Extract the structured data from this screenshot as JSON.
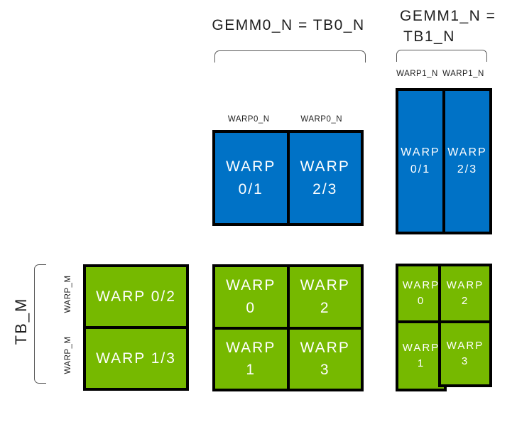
{
  "diagram": {
    "gemm0": {
      "title": "GEMM0_N = TB0_N",
      "col_labels": [
        "WARP0_N",
        "WARP0_N"
      ],
      "cells": [
        {
          "line1": "WARP",
          "line2": "0/1"
        },
        {
          "line1": "WARP",
          "line2": "2/3"
        }
      ]
    },
    "gemm1": {
      "title_line1": "GEMM1_N =",
      "title_line2": "TB1_N",
      "col_labels": [
        "WARP1_N",
        "WARP1_N"
      ],
      "cells": [
        {
          "line1": "WARP",
          "line2": "0/1"
        },
        {
          "line1": "WARP",
          "line2": "2/3"
        }
      ]
    },
    "row_axis": {
      "title": "TB_M",
      "row_labels": [
        "WARP_M",
        "WARP_M"
      ]
    },
    "green_left": {
      "rows": [
        "WARP 0/2",
        "WARP 1/3"
      ]
    },
    "green_center": {
      "cells": [
        {
          "line1": "WARP",
          "line2": "0"
        },
        {
          "line1": "WARP",
          "line2": "2"
        },
        {
          "line1": "WARP",
          "line2": "1"
        },
        {
          "line1": "WARP",
          "line2": "3"
        }
      ]
    },
    "green_right": {
      "col_left": [
        {
          "line1": "WARP",
          "line2": "0"
        },
        {
          "line1": "WARP",
          "line2": "1"
        }
      ],
      "col_right": [
        {
          "line1": "WARP",
          "line2": "2"
        },
        {
          "line1": "WARP",
          "line2": "3"
        }
      ]
    },
    "colors": {
      "blue": "#0072C6",
      "green": "#76B900",
      "border": "#000000",
      "bracket": "#595959",
      "text_dark": "#1f1f1f",
      "text_light": "#FFFFFF"
    }
  }
}
